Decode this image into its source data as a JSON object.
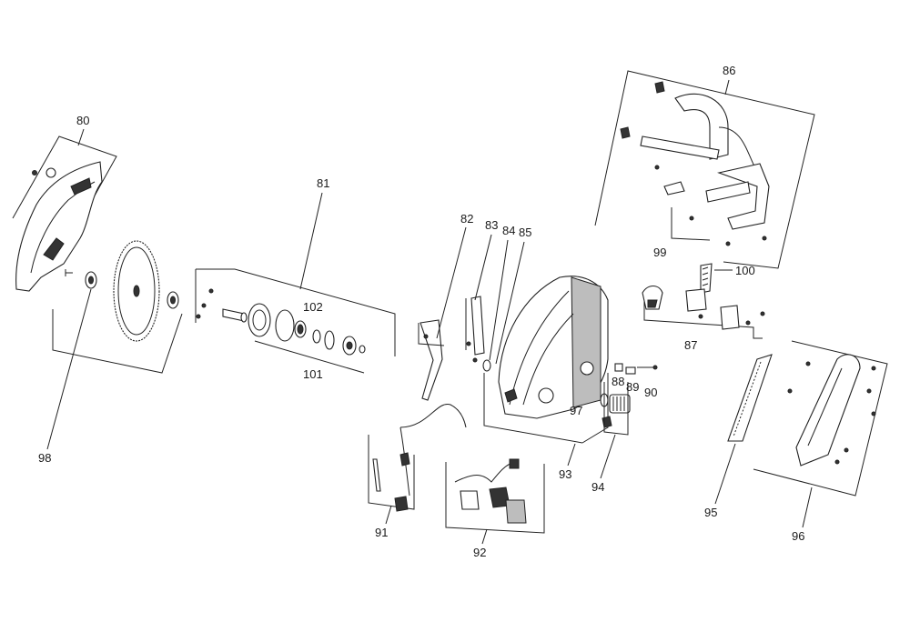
{
  "diagram": {
    "labels": {
      "p80": "80",
      "p81": "81",
      "p82": "82",
      "p83": "83",
      "p84": "84",
      "p85": "85",
      "p86": "86",
      "p87": "87",
      "p88": "88",
      "p89": "89",
      "p90": "90",
      "p91": "91",
      "p92": "92",
      "p93": "93",
      "p94": "94",
      "p95": "95",
      "p96": "96",
      "p97": "97",
      "p98": "98",
      "p99": "99",
      "p100": "100",
      "p101": "101",
      "p102": "102"
    }
  }
}
